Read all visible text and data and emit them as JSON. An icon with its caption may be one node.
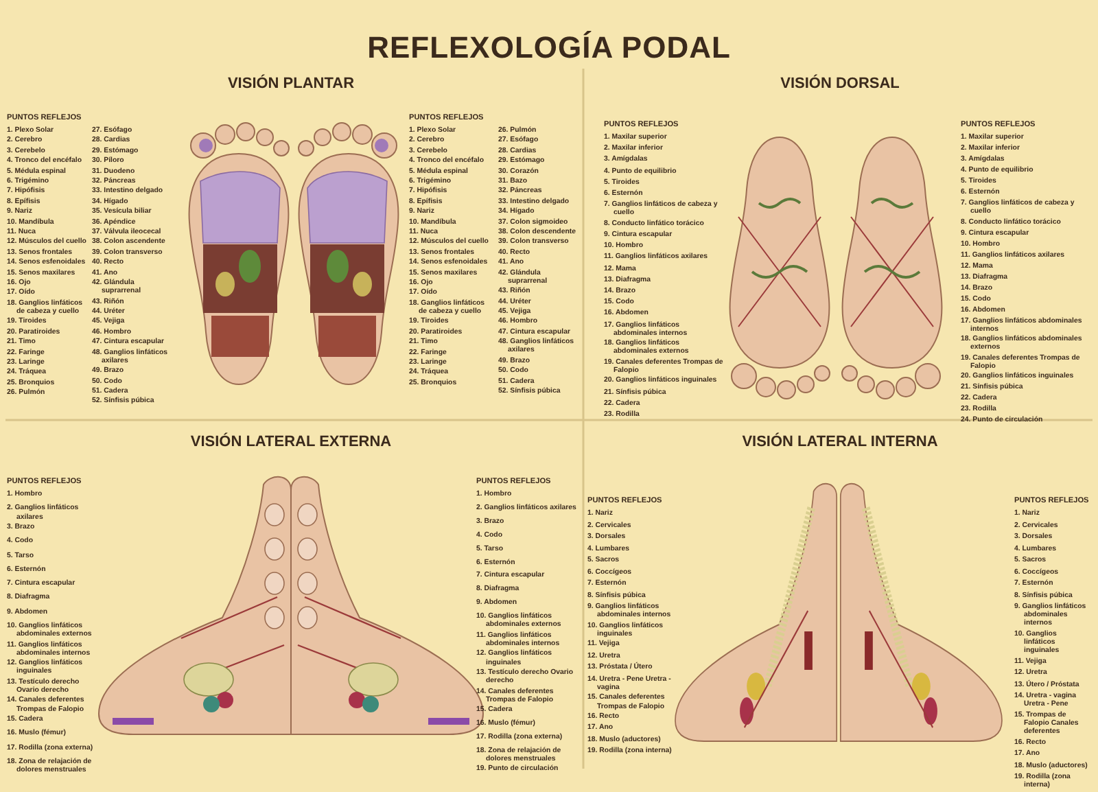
{
  "diagram": {
    "title": "REFLEXOLOGÍA PODAL",
    "labels": [
      "VISIÓN PLANTAR",
      "PUNTOS REFLEJOS",
      "1. Plexo Solar",
      "2. Cerebro",
      "3. Cerebelo",
      "4. Tronco del encéfalo",
      "5. Médula espinal",
      "6. Trigémino",
      "7. Hipófisis",
      "8. Epífisis",
      "9. Nariz",
      "10. Mandíbula",
      "11. Nuca",
      "12. Músculos del cuello",
      "13. Senos frontales",
      "14. Senos esfenoidales",
      "15. Senos maxilares",
      "16. Ojo",
      "17. Oído",
      "18. Ganglios linfáticos de cabeza y cuello",
      "19. Tiroides",
      "20. Paratiroides",
      "21. Timo",
      "22. Faringe",
      "23. Laringe",
      "24. Tráquea",
      "25. Bronquios",
      "26. Pulmón",
      "27. Esófago",
      "28. Cardias",
      "29. Estómago",
      "30. Píloro",
      "31. Duodeno",
      "32. Páncreas",
      "33. Intestino delgado",
      "34. Hígado",
      "35. Vesícula biliar",
      "36. Apéndice",
      "37. Válvula ileocecal",
      "38. Colon ascendente",
      "39. Colon transverso",
      "40. Recto",
      "41. Ano",
      "42. Glándula suprarrenal",
      "43. Riñón",
      "44. Uréter",
      "45. Vejiga",
      "46. Hombro",
      "47. Cintura escapular",
      "48. Ganglios linfáticos axilares",
      "49. Brazo",
      "50. Codo",
      "51. Cadera",
      "52. Sínfisis púbica",
      "PUNTOS REFLEJOS",
      "1. Plexo Solar",
      "2. Cerebro",
      "3. Cerebelo",
      "4. Tronco del encéfalo",
      "5. Médula espinal",
      "6. Trigémino",
      "7. Hipófisis",
      "8. Epífisis",
      "9. Nariz",
      "10. Mandíbula",
      "11. Nuca",
      "12. Músculos del cuello",
      "13. Senos frontales",
      "14. Senos esfenoidales",
      "15. Senos maxilares",
      "16. Ojo",
      "17. Oído",
      "18. Ganglios linfáticos de cabeza y cuello",
      "19. Tiroides",
      "20. Paratiroides",
      "21. Timo",
      "22. Faringe",
      "23. Laringe",
      "24. Tráquea",
      "25. Bronquios",
      "26. Pulmón",
      "27. Esófago",
      "28. Cardias",
      "29. Estómago",
      "30. Corazón",
      "31. Bazo",
      "32. Páncreas",
      "33. Intestino delgado",
      "34. Hígado",
      "37. Colon sigmoideo",
      "38. Colon descendente",
      "39. Colon transverso",
      "40. Recto",
      "41. Ano",
      "42. Glándula suprarrenal",
      "43. Riñón",
      "44. Uréter",
      "45. Vejiga",
      "46. Hombro",
      "47. Cintura escapular",
      "48. Ganglios linfáticos axilares",
      "49. Brazo",
      "50. Codo",
      "51. Cadera",
      "52. Sínfisis púbica",
      "VISIÓN DORSAL",
      "PUNTOS REFLEJOS",
      "1. Maxilar superior",
      "2. Maxilar inferior",
      "3. Amígdalas",
      "4. Punto de equilibrio",
      "5. Tiroides",
      "6. Esternón",
      "7. Ganglios linfáticos de cabeza y cuello",
      "8. Conducto linfático torácico",
      "9. Cintura escapular",
      "10. Hombro",
      "11. Ganglios linfáticos axilares",
      "12. Mama",
      "13. Diafragma",
      "14. Brazo",
      "15. Codo",
      "16. Abdomen",
      "17. Ganglios linfáticos abdominales internos",
      "18. Ganglios linfáticos abdominales externos",
      "19. Canales deferentes Trompas de Falopio",
      "20. Ganglios linfáticos inguinales",
      "21. Sínfisis púbica",
      "22. Cadera",
      "23. Rodilla",
      "PUNTOS REFLEJOS",
      "1. Maxilar superior",
      "2. Maxilar inferior",
      "3. Amígdalas",
      "4. Punto de equilibrio",
      "5. Tiroides",
      "6. Esternón",
      "7. Ganglios linfáticos de cabeza y cuello",
      "8. Conducto linfático torácico",
      "9. Cintura escapular",
      "10. Hombro",
      "11. Ganglios linfáticos axilares",
      "12. Mama",
      "13. Diafragma",
      "14. Brazo",
      "15. Codo",
      "16. Abdomen",
      "17. Ganglios linfáticos abdominales internos",
      "18. Ganglios linfáticos abdominales externos",
      "19. Canales deferentes Trompas de Falopio",
      "20. Ganglios linfáticos inguinales",
      "21. Sínfisis púbica",
      "22. Cadera",
      "23. Rodilla",
      "24. Punto de circulación",
      "VISIÓN LATERAL EXTERNA",
      "PUNTOS REFLEJOS",
      "1. Hombro",
      "2. Ganglios linfáticos axilares",
      "3. Brazo",
      "4. Codo",
      "5. Tarso",
      "6. Esternón",
      "7. Cintura escapular",
      "8. Diafragma",
      "9. Abdomen",
      "10. Ganglios linfáticos abdominales externos",
      "11. Ganglios linfáticos abdominales internos",
      "12. Ganglios linfáticos inguinales",
      "13. Testículo derecho Ovario derecho",
      "14. Canales deferentes Trompas de Falopio",
      "15. Cadera",
      "16. Muslo (fémur)",
      "17. Rodilla (zona externa)",
      "18. Zona de relajación de dolores menstruales",
      "PUNTOS REFLEJOS",
      "1. Hombro",
      "2. Ganglios linfáticos axilares",
      "3. Brazo",
      "4. Codo",
      "5. Tarso",
      "6. Esternón",
      "7. Cintura escapular",
      "8. Diafragma",
      "9. Abdomen",
      "10. Ganglios linfáticos abdominales externos",
      "11. Ganglios linfáticos abdominales internos",
      "12. Ganglios linfáticos inguinales",
      "13. Testículo derecho Ovario derecho",
      "14. Canales deferentes Trompas de Falopio",
      "15. Cadera",
      "16. Muslo (fémur)",
      "17. Rodilla (zona externa)",
      "18. Zona de relajación de dolores menstruales",
      "19. Punto de circulación",
      "VISIÓN LATERAL INTERNA",
      "PUNTOS REFLEJOS",
      "1. Nariz",
      "2. Cervicales",
      "3. Dorsales",
      "4. Lumbares",
      "5. Sacros",
      "6. Coccígeos",
      "7. Esternón",
      "8. Sínfisis púbica",
      "9. Ganglios linfáticos abdominales internos",
      "10. Ganglios linfáticos inguinales",
      "11. Vejiga",
      "12. Uretra",
      "13. Próstata / Útero",
      "14. Uretra - Pene Uretra - vagina",
      "15. Canales deferentes Trompas de Falopio",
      "16. Recto",
      "17. Ano",
      "18. Muslo (aductores)",
      "19. Rodilla (zona interna)",
      "PUNTOS REFLEJOS",
      "1. Nariz",
      "2. Cervicales",
      "3. Dorsales",
      "4. Lumbares",
      "5. Sacros",
      "6. Coccígeos",
      "7. Esternón",
      "8. Sínfisis púbica",
      "9. Ganglios linfáticos abdominales internos",
      "10. Ganglios linfáticos inguinales",
      "11. Vejiga",
      "12. Uretra",
      "13. Útero / Próstata",
      "14. Uretra - vagina Uretra - Pene",
      "15. Trompas de Falopio Canales deferentes",
      "16. Recto",
      "17. Ano",
      "18. Muslo (aductores)",
      "19. Rodilla (zona interna)"
    ]
  }
}
